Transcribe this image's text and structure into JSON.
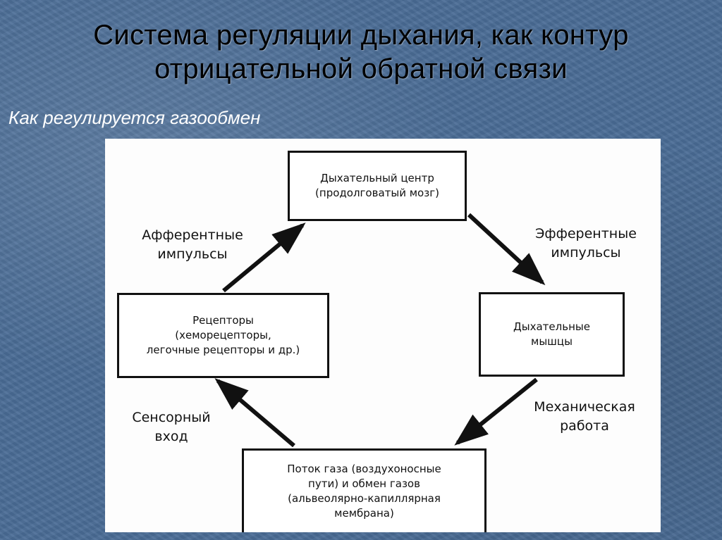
{
  "slide": {
    "title_line1": "Система регуляции дыхания, как контур",
    "title_line2": "отрицательной обратной связи",
    "subtitle": "Как регулируется газообмен"
  },
  "diagram": {
    "nodes": {
      "center": {
        "line1": "Дыхательный центр",
        "line2": "(продолговатый мозг)"
      },
      "muscles": {
        "line1": "Дыхательные",
        "line2": "мышцы"
      },
      "gas_flow": {
        "line1": "Поток газа (воздухоносные",
        "line2": "пути) и обмен газов",
        "line3": "(альвеолярно-капиллярная",
        "line4": "мембрана)"
      },
      "receptors": {
        "line1": "Рецепторы",
        "line2": "(хеморецепторы,",
        "line3": "легочные рецепторы и др.)"
      }
    },
    "edges": {
      "efferent": {
        "line1": "Эфферентные",
        "line2": "импульсы"
      },
      "mechanical": {
        "line1": "Механическая",
        "line2": "работа"
      },
      "sensory": {
        "line1": "Сенсорный",
        "line2": "вход"
      },
      "afferent": {
        "line1": "Афферентные",
        "line2": "импульсы"
      }
    }
  }
}
